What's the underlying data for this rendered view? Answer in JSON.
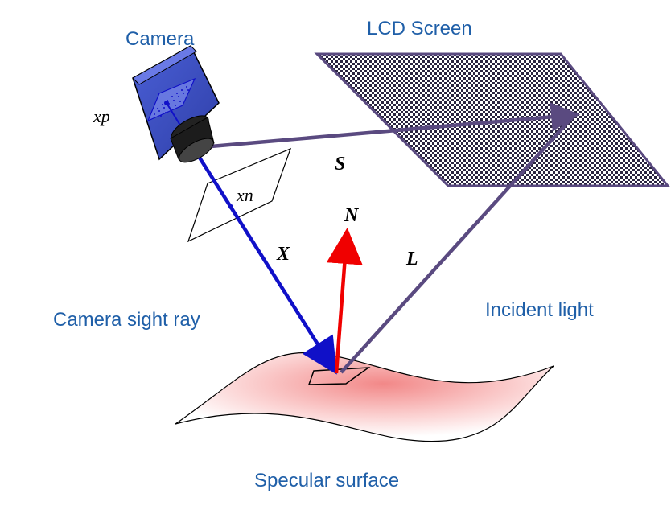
{
  "labels": {
    "camera": "Camera",
    "lcd_screen": "LCD Screen",
    "xp": "xp",
    "xn": "xn",
    "s": "S",
    "n": "N",
    "x": "X",
    "l": "L",
    "camera_sight_ray": "Camera sight ray",
    "incident_light": "Incident light",
    "specular_surface": "Specular surface"
  },
  "colors": {
    "label_blue": "#1f5fa8",
    "camera_blue": "#4a5fd6",
    "sight_ray_blue": "#1010c8",
    "normal_red": "#f00000",
    "light_purple": "#5a4a80",
    "surface_pink": "#f29a9a"
  }
}
